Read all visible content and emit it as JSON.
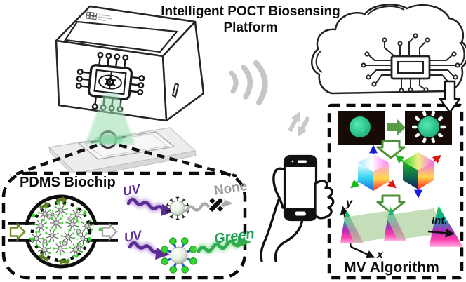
{
  "title": {
    "line1": "Intelligent POCT Biosensing",
    "line2": "Platform"
  },
  "pdms_panel": {
    "title": "PDMS Biochip",
    "reaction_no_target": {
      "stimulus": "UV",
      "emission": "None"
    },
    "reaction_with_target": {
      "stimulus": "UV",
      "emission": "Green"
    }
  },
  "mv_panel": {
    "title": "MV Algorithm",
    "plot_axes": {
      "y": "y",
      "x": "x",
      "intensity": "Int."
    }
  },
  "icons": {
    "reader": "poct-reader-box-icon",
    "vision_chip": "chip-eye-vision-icon",
    "wireless": "wifi-signal-icon",
    "cloud": "cloud-computing-chip-icon",
    "sync": "data-sync-arrows-icon",
    "phone": "hand-holding-smartphone-icon",
    "biochip": "microfluidic-chamber-icon",
    "color_cube": "rgb-color-cube-icon",
    "roi_frames": "roi-detection-frames",
    "gamut_plot": "color-gamut-3d-plot"
  },
  "colors": {
    "uv_purple": "#5b2d94",
    "uv_glow": "#c7abe3",
    "green_signal": "#2fae4e",
    "green_text": "#1fa055",
    "green_glow": "#b9e8c0",
    "none_gray": "#9b9b9b",
    "olive_flow": "#5d7c1e",
    "bright_dot_green": "#35d42f",
    "process_arrow_green": "#5a9c46",
    "wifi_gray": "#c6c6c6",
    "beam_green": "#98dfb2",
    "image_bg": "#160b06",
    "roi_green": "#2cc18a"
  }
}
